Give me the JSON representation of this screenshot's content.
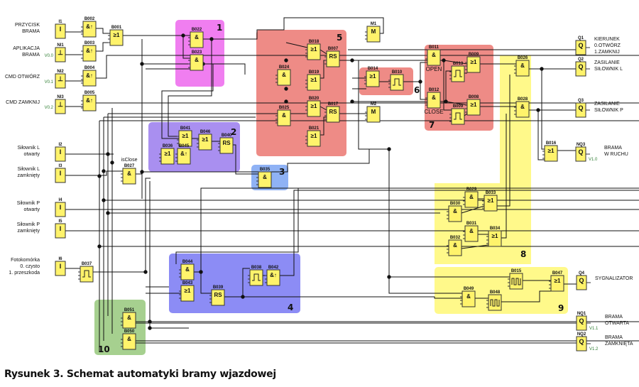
{
  "caption": "Rysunek 3. Schemat automatyki bramy wjazdowej",
  "colors": {
    "block_fill": "#fff36b",
    "block_stroke": "#333333",
    "wire": "#111111",
    "group_pink": "#f07ef0",
    "group_purple": "#a98ff0",
    "group_blue_light": "#8fb2f5",
    "group_red": "#ee8b86",
    "group_yellow": "#fff98a",
    "group_blue": "#8c8cf5",
    "group_green": "#a6d08f",
    "vm_text": "#2e7d32"
  },
  "groups": [
    {
      "id": "g1",
      "number": "1",
      "color": "group_pink"
    },
    {
      "id": "g2",
      "number": "2",
      "color": "group_purple"
    },
    {
      "id": "g3",
      "number": "3",
      "color": "group_blue_light"
    },
    {
      "id": "g4",
      "number": "4",
      "color": "group_blue"
    },
    {
      "id": "g5",
      "number": "5",
      "color": "group_red"
    },
    {
      "id": "g6",
      "number": "6",
      "color": "group_red"
    },
    {
      "id": "g7",
      "number": "7",
      "color": "group_red"
    },
    {
      "id": "g8",
      "number": "8",
      "color": "group_yellow"
    },
    {
      "id": "g9",
      "number": "9",
      "color": "group_yellow"
    },
    {
      "id": "g10",
      "number": "10",
      "color": "group_green"
    }
  ],
  "inputs": [
    {
      "id": "I1",
      "label": [
        "PRZYCISK",
        "BRAMA"
      ],
      "vm": ""
    },
    {
      "id": "NI1",
      "label": [
        "APLIKACJA",
        "BRAMA"
      ],
      "vm": "V0.0"
    },
    {
      "id": "NI2",
      "label": [
        "CMD OTWÓRZ"
      ],
      "vm": "V0.1"
    },
    {
      "id": "NI3",
      "label": [
        "CMD ZAMKNIJ"
      ],
      "vm": "V0.2"
    },
    {
      "id": "I2",
      "label": [
        "Siłownik L",
        "otwarty"
      ],
      "vm": ""
    },
    {
      "id": "I3",
      "label": [
        "Siłownik L",
        "zamknięty"
      ],
      "vm": ""
    },
    {
      "id": "I4",
      "label": [
        "Siłownik P",
        "otwarty"
      ],
      "vm": ""
    },
    {
      "id": "I5",
      "label": [
        "Siłownik P",
        "zamknięty"
      ],
      "vm": ""
    },
    {
      "id": "I6",
      "label": [
        "Fotokomórka",
        "0. czysto",
        "1. przeszkoda"
      ],
      "vm": ""
    }
  ],
  "outputs": [
    {
      "id": "Q1",
      "label": [
        "KIERUNEK",
        "0.OTWÓRZ",
        "1.ZAMKNIJ"
      ],
      "vm": ""
    },
    {
      "id": "Q2",
      "label": [
        "ZASILANIE",
        "SIŁOWNIK L"
      ],
      "vm": ""
    },
    {
      "id": "Q3",
      "label": [
        "ZASILANIE",
        "SIŁOWNIK P"
      ],
      "vm": ""
    },
    {
      "id": "NQ3",
      "label": [
        "BRAMA",
        "W RUCHU"
      ],
      "vm": "V1.0"
    },
    {
      "id": "Q4",
      "label": [
        "SYGNALIZATOR"
      ],
      "vm": ""
    },
    {
      "id": "NQ1",
      "label": [
        "BRAMA",
        "OTWARTA"
      ],
      "vm": "V1.1"
    },
    {
      "id": "NQ2",
      "label": [
        "BRAMA",
        "ZAMKNIĘTA"
      ],
      "vm": "V1.2"
    }
  ],
  "blocks": [
    {
      "id": "B002",
      "symbol": "&↑"
    },
    {
      "id": "B003",
      "symbol": "&↑"
    },
    {
      "id": "B004",
      "symbol": "&↑"
    },
    {
      "id": "B005",
      "symbol": "&↑"
    },
    {
      "id": "B001",
      "symbol": "≥1"
    },
    {
      "id": "B022",
      "symbol": "&"
    },
    {
      "id": "B023",
      "symbol": "&"
    },
    {
      "id": "B041",
      "symbol": "≥1"
    },
    {
      "id": "B046",
      "symbol": "≥1"
    },
    {
      "id": "B040",
      "symbol": "RS"
    },
    {
      "id": "B036",
      "symbol": "≥1"
    },
    {
      "id": "B045",
      "symbol": "&↑"
    },
    {
      "id": "B035",
      "symbol": "&"
    },
    {
      "id": "B027",
      "symbol": "&",
      "note": "isClose"
    },
    {
      "id": "B018",
      "symbol": "≥1"
    },
    {
      "id": "B007",
      "symbol": "RS"
    },
    {
      "id": "B024",
      "symbol": "&"
    },
    {
      "id": "B019",
      "symbol": "≥1"
    },
    {
      "id": "B020",
      "symbol": "≥1"
    },
    {
      "id": "B017",
      "symbol": "RS"
    },
    {
      "id": "B025",
      "symbol": "&"
    },
    {
      "id": "B021",
      "symbol": "≥1"
    },
    {
      "id": "M1",
      "symbol": "M"
    },
    {
      "id": "M2",
      "symbol": "M"
    },
    {
      "id": "B014",
      "symbol": "≥1"
    },
    {
      "id": "B010",
      "symbol": "timer"
    },
    {
      "id": "B011",
      "symbol": "&",
      "note": "OPEN"
    },
    {
      "id": "B013",
      "symbol": "timer"
    },
    {
      "id": "B009",
      "symbol": "≥1"
    },
    {
      "id": "B012",
      "symbol": "&",
      "note": "CLOSE"
    },
    {
      "id": "B009b",
      "name": "B009",
      "symbol": "timer"
    },
    {
      "id": "B008",
      "symbol": "≥1"
    },
    {
      "id": "B026",
      "symbol": "&"
    },
    {
      "id": "B028",
      "symbol": "&"
    },
    {
      "id": "B029",
      "symbol": "&"
    },
    {
      "id": "B033",
      "symbol": "≥1"
    },
    {
      "id": "B030",
      "symbol": "&"
    },
    {
      "id": "B031",
      "symbol": "&"
    },
    {
      "id": "B034",
      "symbol": "≥1"
    },
    {
      "id": "B032",
      "symbol": "&"
    },
    {
      "id": "B015",
      "symbol": "pulse"
    },
    {
      "id": "B047",
      "symbol": "≥1"
    },
    {
      "id": "B049",
      "symbol": "&"
    },
    {
      "id": "B048",
      "symbol": "pulse"
    },
    {
      "id": "B044",
      "symbol": "&"
    },
    {
      "id": "B043",
      "symbol": "≥1"
    },
    {
      "id": "B039",
      "symbol": "RS"
    },
    {
      "id": "B038",
      "symbol": "timer"
    },
    {
      "id": "B042",
      "symbol": "&↑"
    },
    {
      "id": "B037",
      "symbol": "timer"
    },
    {
      "id": "B051",
      "symbol": "&"
    },
    {
      "id": "B050",
      "symbol": "&"
    },
    {
      "id": "B016",
      "symbol": "≥1"
    }
  ]
}
